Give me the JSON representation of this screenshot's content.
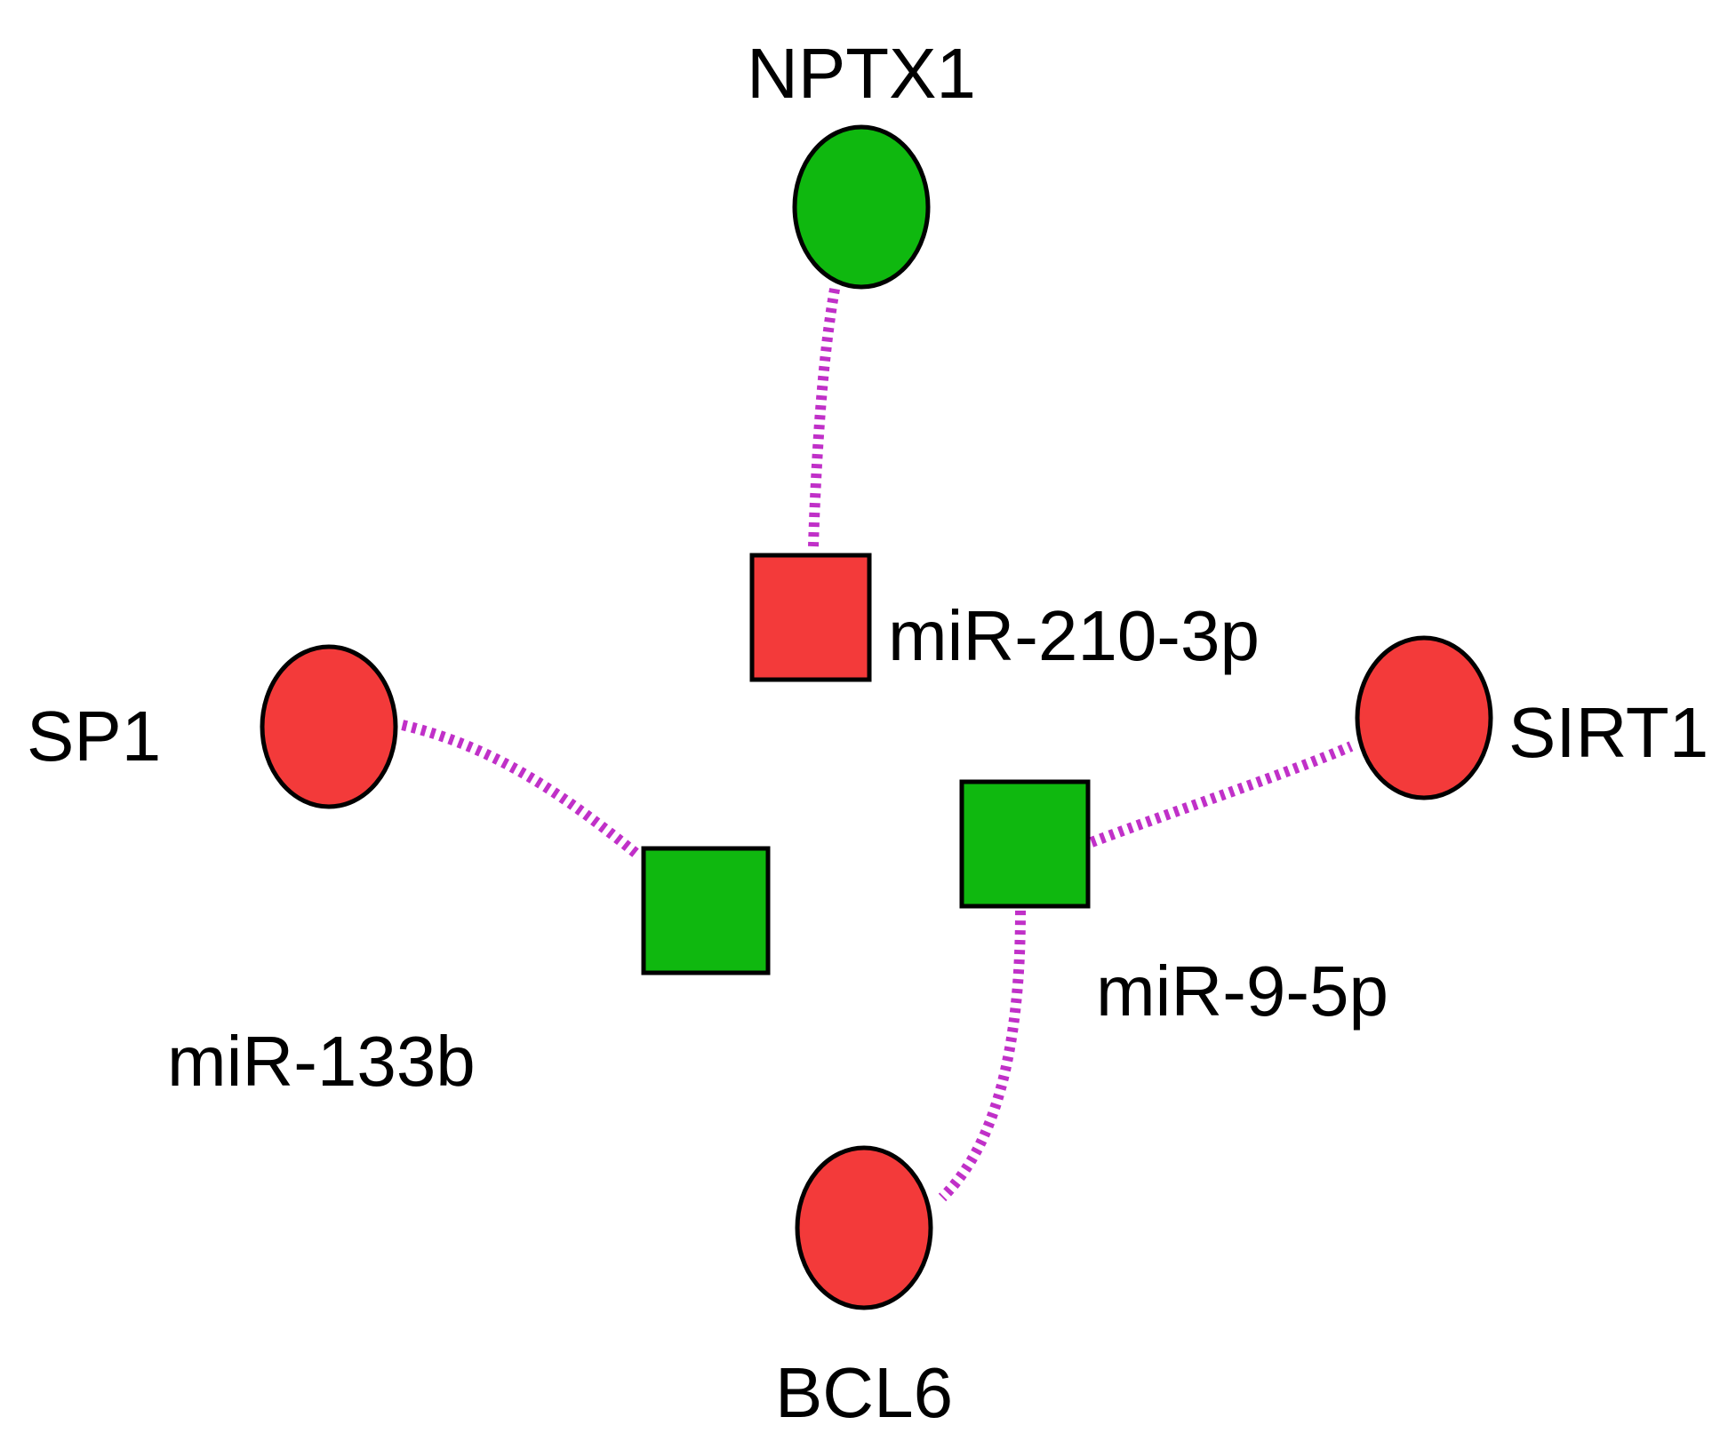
{
  "colors": {
    "up": "#f33a3a",
    "down": "#0fb80f",
    "edge": "#c030c8"
  },
  "nodes": [
    {
      "id": "NPTX1",
      "label": "NPTX1",
      "kind": "gene",
      "regulation": "down"
    },
    {
      "id": "miR-210-3p",
      "label": "miR-210-3p",
      "kind": "mirna",
      "regulation": "up"
    },
    {
      "id": "SP1",
      "label": "SP1",
      "kind": "gene",
      "regulation": "up"
    },
    {
      "id": "miR-133b",
      "label": "miR-133b",
      "kind": "mirna",
      "regulation": "down"
    },
    {
      "id": "miR-9-5p",
      "label": "miR-9-5p",
      "kind": "mirna",
      "regulation": "down"
    },
    {
      "id": "SIRT1",
      "label": "SIRT1",
      "kind": "gene",
      "regulation": "up"
    },
    {
      "id": "BCL6",
      "label": "BCL6",
      "kind": "gene",
      "regulation": "up"
    }
  ],
  "edges": [
    {
      "source": "miR-210-3p",
      "target": "NPTX1"
    },
    {
      "source": "miR-133b",
      "target": "SP1"
    },
    {
      "source": "miR-9-5p",
      "target": "SIRT1"
    },
    {
      "source": "miR-9-5p",
      "target": "BCL6"
    }
  ]
}
